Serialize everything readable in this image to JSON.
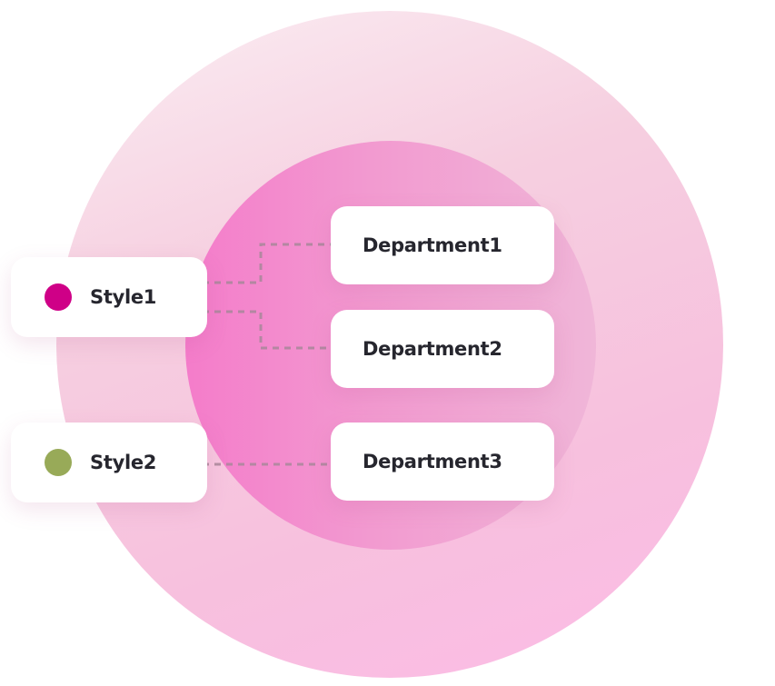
{
  "styles": [
    {
      "label": "Style1",
      "color": "#cf0087"
    },
    {
      "label": "Style2",
      "color": "#98aa58"
    }
  ],
  "departments": [
    {
      "label": "Department1"
    },
    {
      "label": "Department2"
    },
    {
      "label": "Department3"
    }
  ],
  "links": [
    {
      "from": "Style1",
      "to": "Department1"
    },
    {
      "from": "Style1",
      "to": "Department2"
    },
    {
      "from": "Style2",
      "to": "Department3"
    }
  ]
}
